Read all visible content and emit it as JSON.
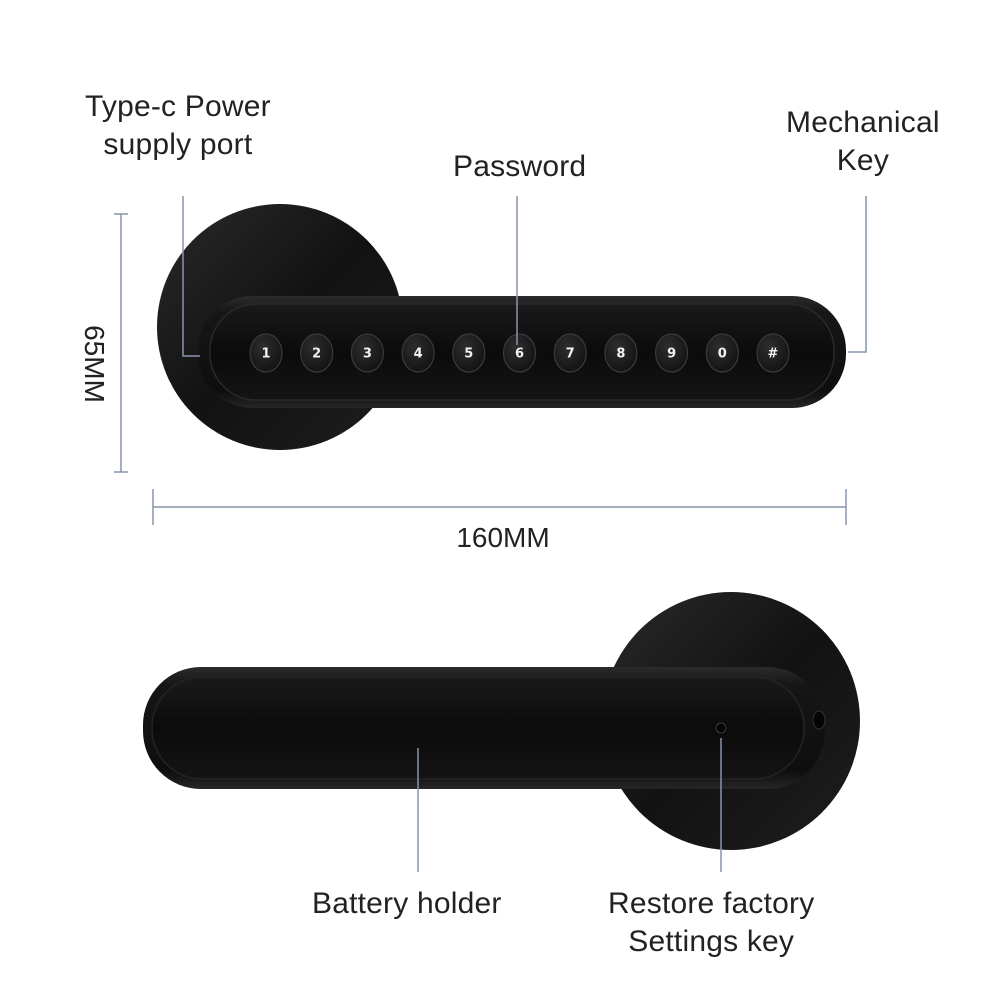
{
  "labels": {
    "type_c": [
      "Type-c Power",
      "supply port"
    ],
    "password": "Password",
    "mechanical_key": [
      "Mechanical",
      "Key"
    ],
    "battery_holder": "Battery holder",
    "restore": [
      "Restore factory",
      "Settings key"
    ]
  },
  "dimensions": {
    "height": "65MM",
    "width": "160MM"
  },
  "keypad": {
    "keys": [
      "1",
      "2",
      "3",
      "4",
      "5",
      "6",
      "7",
      "8",
      "9",
      "0",
      "#"
    ]
  },
  "colors": {
    "lock_body": "#141414",
    "lock_face": "#0c0c0c",
    "key_button": "#1c1c1c",
    "key_text": "#f2f2f2",
    "leader_line": "#8796aa"
  }
}
